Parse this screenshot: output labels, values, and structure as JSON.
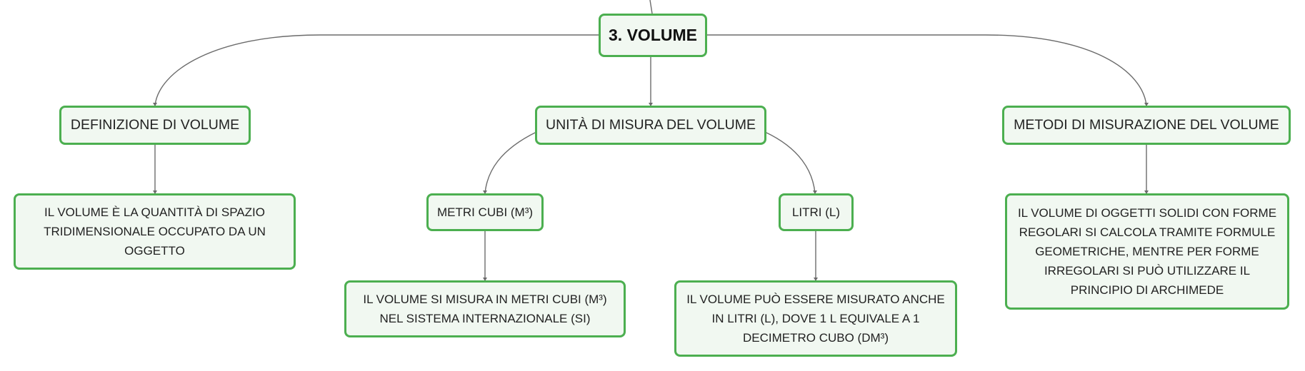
{
  "diagram": {
    "root": {
      "label": "3. VOLUME"
    },
    "branches": [
      {
        "label": "DEFINIZIONE DI VOLUME",
        "details": [
          "IL VOLUME È LA QUANTITÀ DI SPAZIO TRIDIMENSIONALE OCCUPATO DA UN OGGETTO"
        ]
      },
      {
        "label": "UNITÀ DI MISURA DEL VOLUME",
        "units": [
          {
            "label": "METRI CUBI (M³)",
            "detail": "IL VOLUME SI MISURA IN METRI CUBI (M³) NEL SISTEMA INTERNAZIONALE (SI)"
          },
          {
            "label": "LITRI (L)",
            "detail": "IL VOLUME PUÒ ESSERE MISURATO ANCHE IN LITRI (L), DOVE 1 L EQUIVALE A 1 DECIMETRO CUBO (DM³)"
          }
        ]
      },
      {
        "label": "METODI DI MISURAZIONE DEL VOLUME",
        "details": [
          "IL VOLUME DI OGGETTI SOLIDI CON FORME REGOLARI SI CALCOLA TRAMITE FORMULE GEOMETRICHE, MENTRE PER FORME IRREGOLARI SI PUÒ UTILIZZARE IL PRINCIPIO DI ARCHIMEDE"
        ]
      }
    ],
    "colors": {
      "node_border": "#4caf50",
      "node_fill": "#f1f8f1",
      "connector": "#6b6b6b"
    }
  }
}
